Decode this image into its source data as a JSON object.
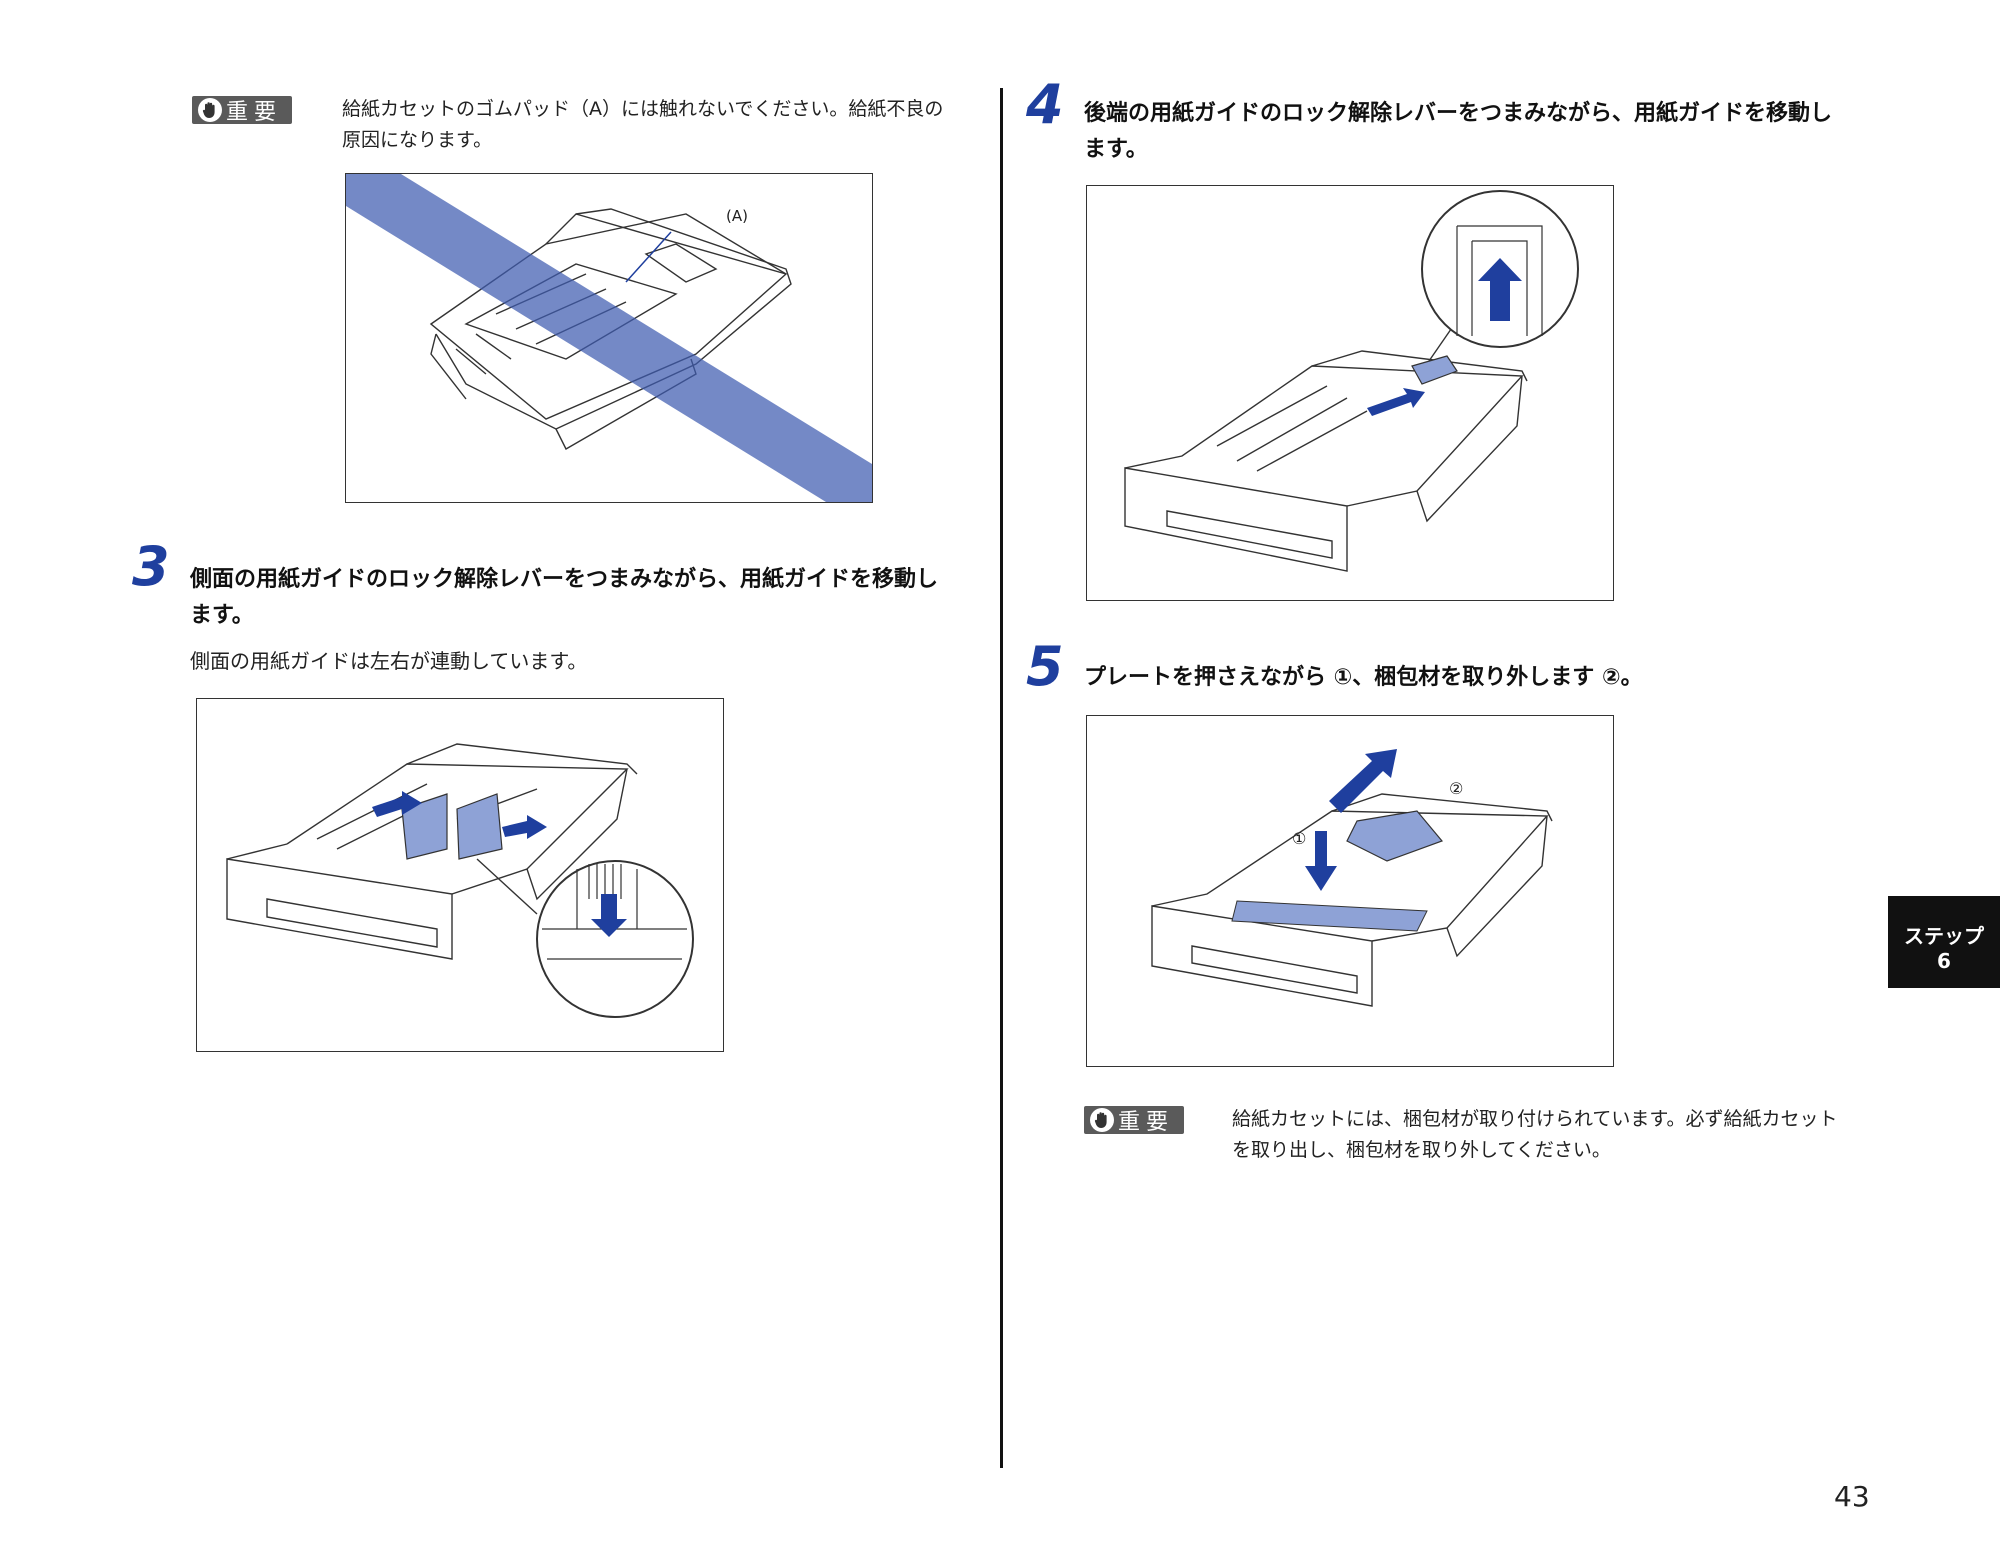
{
  "left": {
    "important_note": {
      "badge_label": "重要",
      "text_line1": "給紙カセットのゴムパッド（A）には触れないでください。給紙不良の",
      "text_line2": "原因になります。",
      "figure_label": "(A)"
    },
    "step3": {
      "number": "3",
      "title_line1": "側面の用紙ガイドのロック解除レバーをつまみながら、用紙ガイドを移動し",
      "title_line2": "ます。",
      "description": "側面の用紙ガイドは左右が連動しています。"
    }
  },
  "right": {
    "step4": {
      "number": "4",
      "title_line1": "後端の用紙ガイドのロック解除レバーをつまみながら、用紙ガイドを移動し",
      "title_line2": "ます。"
    },
    "step5": {
      "number": "5",
      "title": "プレートを押さえながら ①、梱包材を取り外します ②。",
      "callout1": "①",
      "callout2": "②"
    },
    "important_note": {
      "badge_label": "重要",
      "text_line1": "給紙カセットには、梱包材が取り付けられています。必ず給紙カセット",
      "text_line2": "を取り出し、梱包材を取り外してください。"
    }
  },
  "side_tab": {
    "line1": "ステップ",
    "line2": "6"
  },
  "page_number": "43",
  "colors": {
    "accent": "#1f3f9e",
    "highlight": "#6f86c6",
    "badge_bg": "#5a5a5a"
  }
}
